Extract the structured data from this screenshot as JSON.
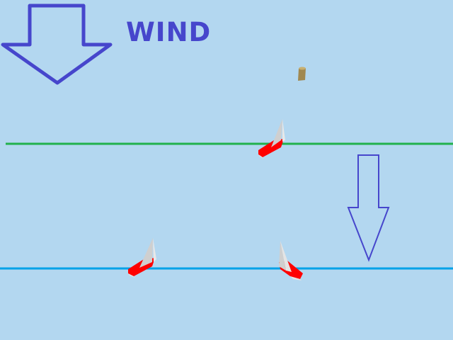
{
  "hud": {
    "wind_label": "WIND"
  },
  "colors": {
    "water": "#b3d7f0",
    "arrow": "#4646cc",
    "start_line": "#22b14c",
    "finish_line": "#00a2e8",
    "hull": "#ff0000",
    "sail": "#d8d8d8",
    "buoy": "#a08850"
  },
  "icons": {
    "wind_arrow_large": "arrow-down-outline",
    "wind_arrow_small": "arrow-down-outline",
    "boat": "sailboat",
    "buoy": "cylinder-buoy"
  }
}
